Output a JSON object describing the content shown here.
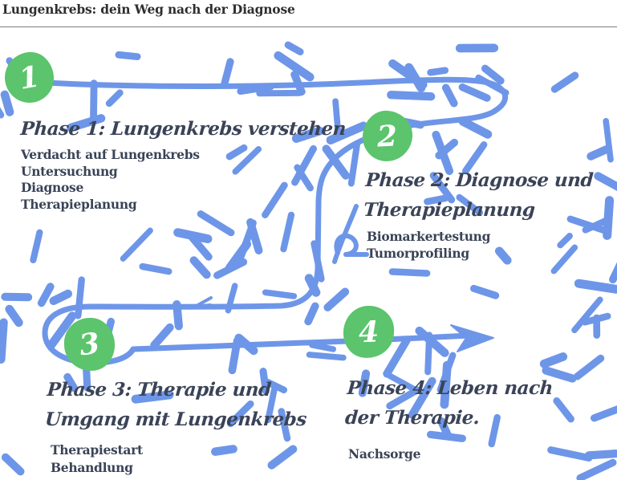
{
  "title": "Lungenkrebs: dein Weg nach der Diagnose",
  "colors": {
    "blue": "#6e96e8",
    "green": "#5cc46c",
    "navy": "#3a4357",
    "title_text": "#2e2e2e",
    "rule": "#7f7f7f",
    "badge_number": "#ffffff"
  },
  "phases": [
    {
      "number": "1",
      "heading_lines": [
        "Phase 1: Lungenkrebs verstehen",
        ""
      ],
      "items": [
        "Verdacht auf Lungenkrebs",
        "Untersuchung",
        "Diagnose",
        "Therapieplanung"
      ]
    },
    {
      "number": "2",
      "heading_lines": [
        "Phase 2: Diagnose und",
        "Therapieplanung"
      ],
      "items": [
        "Biomarkertestung",
        "Tumorprofiling"
      ]
    },
    {
      "number": "3",
      "heading_lines": [
        "Phase 3: Therapie und",
        "Umgang mit Lungenkrebs"
      ],
      "items": [
        "Therapiestart",
        "Behandlung"
      ]
    },
    {
      "number": "4",
      "heading_lines": [
        "Phase 4: Leben nach",
        "der Therapie."
      ],
      "items": [
        "Nachsorge"
      ]
    }
  ]
}
